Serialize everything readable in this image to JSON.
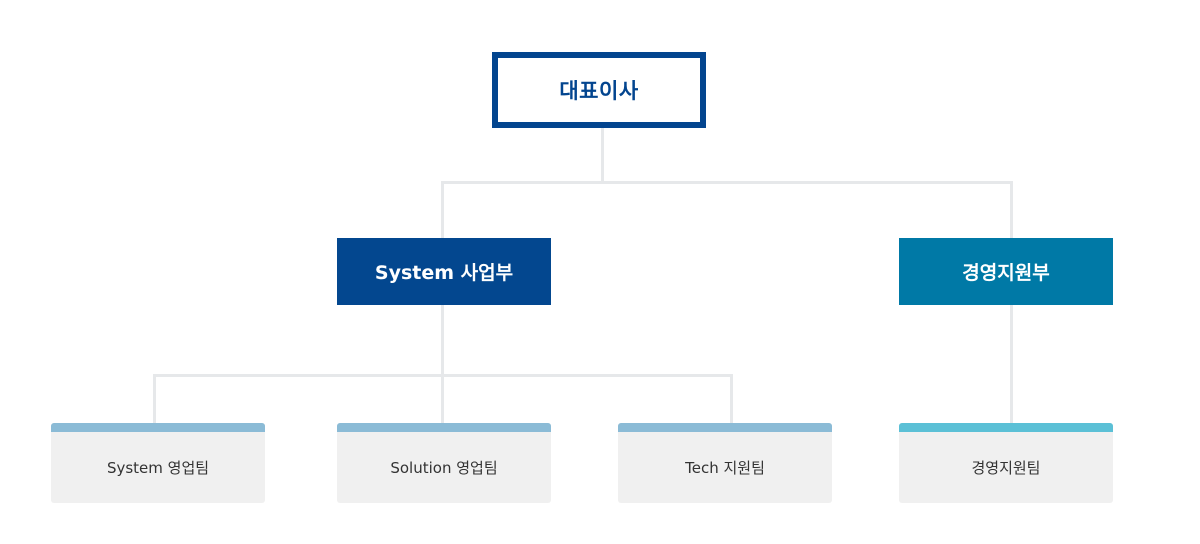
{
  "ceo": {
    "label": "대표이사"
  },
  "divisions": [
    {
      "label": "System 사업부",
      "color": "#03478f"
    },
    {
      "label": "경영지원부",
      "color": "#0079a6"
    }
  ],
  "teams": [
    {
      "label": "System 영업팀",
      "accent": "#8bbbd6"
    },
    {
      "label": "Solution 영업팀",
      "accent": "#8bbbd6"
    },
    {
      "label": "Tech 지원팀",
      "accent": "#8bbbd6"
    },
    {
      "label": "경영지원팀",
      "accent": "#5bc0d6"
    }
  ],
  "colors": {
    "ceo_border": "#03458f",
    "connector": "#e6e8ea",
    "team_background": "#f0f0f0"
  }
}
